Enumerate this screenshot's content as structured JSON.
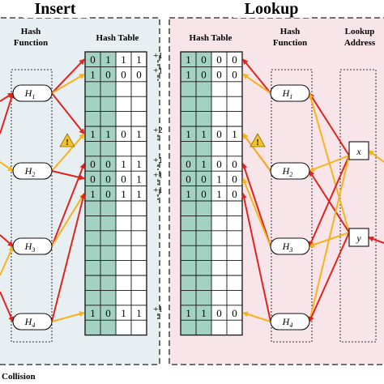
{
  "insert": {
    "title": "Insert",
    "hash_function_label": [
      "Hash",
      "Function"
    ],
    "hash_table_label": "Hash Table"
  },
  "lookup": {
    "title": "Lookup",
    "hash_table_label": "Hash Table",
    "hash_function_label": [
      "Hash",
      "Function"
    ],
    "lookup_address_label": [
      "Lookup",
      "Address"
    ]
  },
  "hash_functions": [
    "H1",
    "H2",
    "H3",
    "H4"
  ],
  "hash_table_rows": [
    {
      "insert_bits": "0111",
      "counter": "+1",
      "lookup_bits": "1000"
    },
    {
      "insert_bits": "1000",
      "counter": "+1",
      "lookup_bits": "1000"
    },
    {
      "insert_bits": "",
      "counter": "",
      "lookup_bits": ""
    },
    {
      "insert_bits": "",
      "counter": "",
      "lookup_bits": ""
    },
    {
      "insert_bits": "",
      "counter": "",
      "lookup_bits": ""
    },
    {
      "insert_bits": "1101",
      "counter": "+2",
      "lookup_bits": "1101"
    },
    {
      "insert_bits": "",
      "counter": "",
      "lookup_bits": ""
    },
    {
      "insert_bits": "0011",
      "counter": "+1",
      "lookup_bits": "0100"
    },
    {
      "insert_bits": "0001",
      "counter": "+1",
      "lookup_bits": "0010"
    },
    {
      "insert_bits": "1011",
      "counter": "+1",
      "lookup_bits": "1010"
    },
    {
      "insert_bits": "",
      "counter": "",
      "lookup_bits": ""
    },
    {
      "insert_bits": "",
      "counter": "",
      "lookup_bits": ""
    },
    {
      "insert_bits": "",
      "counter": "",
      "lookup_bits": ""
    },
    {
      "insert_bits": "",
      "counter": "",
      "lookup_bits": ""
    },
    {
      "insert_bits": "",
      "counter": "",
      "lookup_bits": ""
    },
    {
      "insert_bits": "",
      "counter": "",
      "lookup_bits": ""
    },
    {
      "insert_bits": "",
      "counter": "",
      "lookup_bits": ""
    },
    {
      "insert_bits": "1011",
      "counter": "+1",
      "lookup_bits": "1100"
    },
    {
      "insert_bits": "",
      "counter": "",
      "lookup_bits": ""
    }
  ],
  "lookup_addresses": [
    "x",
    "y"
  ],
  "legend": {
    "collision": "Collision"
  },
  "icons": {
    "collision": "warning-triangle-icon"
  },
  "colors": {
    "insert_panel": "#e7eff3",
    "lookup_panel": "#f8e5ea",
    "table_highlight": "#a3d2c3",
    "arrow_red": "#e0231f",
    "arrow_yellow": "#f7b21c",
    "warning": "#f4c228"
  }
}
